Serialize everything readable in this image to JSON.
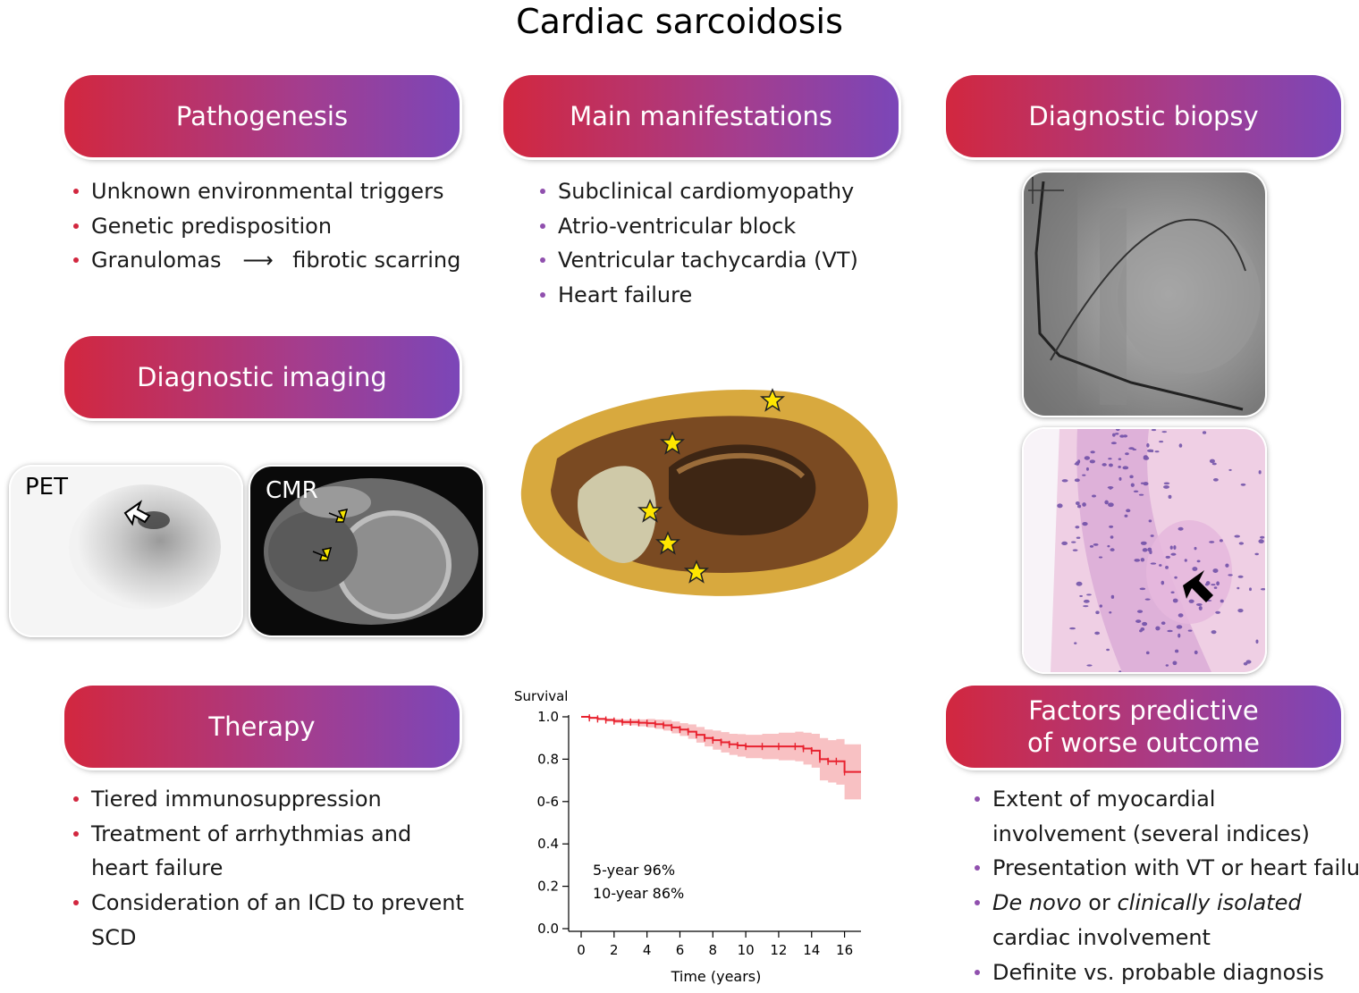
{
  "title": "Cardiac sarcoidosis",
  "sections": {
    "pathogenesis": {
      "heading": "Pathogenesis",
      "items": [
        "Unknown environmental triggers",
        "Genetic predisposition"
      ],
      "granulomas_item": {
        "left": "Granulomas",
        "arrow": "⟶",
        "right": "fibrotic scarring"
      }
    },
    "manifestations": {
      "heading": "Main manifestations",
      "items": [
        "Subclinical cardiomyopathy",
        "Atrio-ventricular block",
        "Ventricular tachycardia (VT)",
        "Heart failure"
      ]
    },
    "biopsy": {
      "heading": "Diagnostic biopsy"
    },
    "imaging": {
      "heading": "Diagnostic imaging",
      "pet_label": "PET",
      "cmr_label": "CMR"
    },
    "therapy": {
      "heading": "Therapy",
      "items": [
        "Tiered immunosuppression",
        "Treatment of arrhythmias and heart failure",
        "Consideration of an ICD to prevent SCD"
      ]
    },
    "factors": {
      "heading_line1": "Factors predictive",
      "heading_line2": "of worse outcome",
      "items": {
        "extent": "Extent of myocardial involvement (several indices)",
        "presentation": "Presentation with VT or heart failure",
        "denovo_a": "De novo",
        "denovo_b": " or ",
        "denovo_c": "clinically isolated",
        "denovo_d": " cardiac involvement",
        "definite": "Definite vs. probable diagnosis"
      }
    }
  },
  "colors": {
    "accent_red": "#d2273f",
    "accent_purple": "#7b46b8",
    "curve": "#e8222f",
    "band": "#f7b6b9",
    "star": "#ffe600"
  },
  "chart_data": {
    "type": "line",
    "title": "",
    "ylabel": "Survival",
    "xlabel": "Time (years)",
    "xlim": [
      0,
      17
    ],
    "ylim": [
      0,
      1.0
    ],
    "x_ticks": [
      0,
      2,
      4,
      6,
      8,
      10,
      12,
      14,
      16
    ],
    "y_ticks": [
      0.0,
      0.2,
      0.4,
      0.6,
      0.8,
      1.0
    ],
    "y_tick_labels": [
      "0.0",
      "0.2",
      "0.4",
      "0-6",
      "0.8",
      "1.0"
    ],
    "annotations": [
      "5-year 96%",
      "10-year 86%"
    ],
    "series": [
      {
        "x": [
          0,
          0.5,
          1,
          1.5,
          2,
          2.5,
          3,
          3.5,
          4,
          4.5,
          5,
          5.5,
          6,
          6.5,
          7,
          7.5,
          8,
          8.5,
          9,
          9.5,
          10,
          11,
          12,
          13,
          13.5,
          14,
          14.5,
          15,
          15.5,
          16,
          17
        ],
        "y": [
          1.0,
          0.995,
          0.99,
          0.985,
          0.98,
          0.975,
          0.975,
          0.972,
          0.97,
          0.965,
          0.96,
          0.95,
          0.94,
          0.93,
          0.915,
          0.9,
          0.89,
          0.88,
          0.87,
          0.865,
          0.86,
          0.86,
          0.86,
          0.86,
          0.85,
          0.84,
          0.8,
          0.79,
          0.79,
          0.74,
          0.74
        ],
        "lower": [
          1.0,
          0.99,
          0.985,
          0.978,
          0.97,
          0.963,
          0.96,
          0.955,
          0.95,
          0.943,
          0.935,
          0.922,
          0.91,
          0.896,
          0.878,
          0.86,
          0.845,
          0.832,
          0.82,
          0.812,
          0.805,
          0.8,
          0.795,
          0.79,
          0.775,
          0.76,
          0.7,
          0.69,
          0.68,
          0.61,
          0.61
        ],
        "upper": [
          1.0,
          1.0,
          0.995,
          0.992,
          0.99,
          0.987,
          0.988,
          0.988,
          0.99,
          0.987,
          0.985,
          0.978,
          0.97,
          0.964,
          0.952,
          0.94,
          0.935,
          0.928,
          0.92,
          0.918,
          0.915,
          0.92,
          0.925,
          0.93,
          0.925,
          0.92,
          0.9,
          0.89,
          0.895,
          0.87,
          0.87
        ]
      }
    ]
  }
}
